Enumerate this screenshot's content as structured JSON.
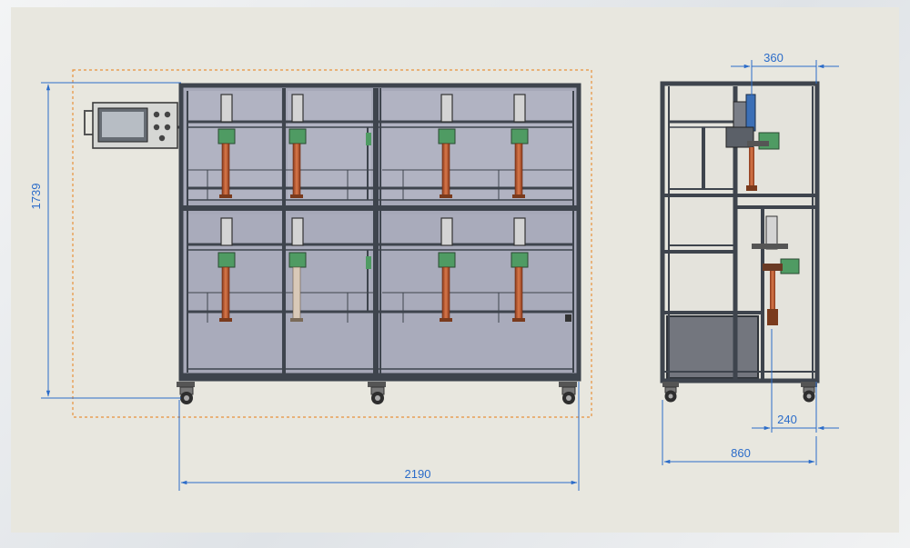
{
  "dimensions": {
    "height_label": "1739",
    "width_label": "2190",
    "side_top_label": "360",
    "side_offset_label": "240",
    "side_depth_label": "860"
  },
  "colors": {
    "sheet": "#e8e7df",
    "frame": "#454b55",
    "panel": "#a5a7b8",
    "dimension": "#2b6cc9",
    "envelope": "#e8913a",
    "copper": "#c0623a",
    "green_part": "#4f9b63"
  },
  "icons": [
    "caster-wheel-icon",
    "control-panel-icon",
    "actuator-icon"
  ]
}
